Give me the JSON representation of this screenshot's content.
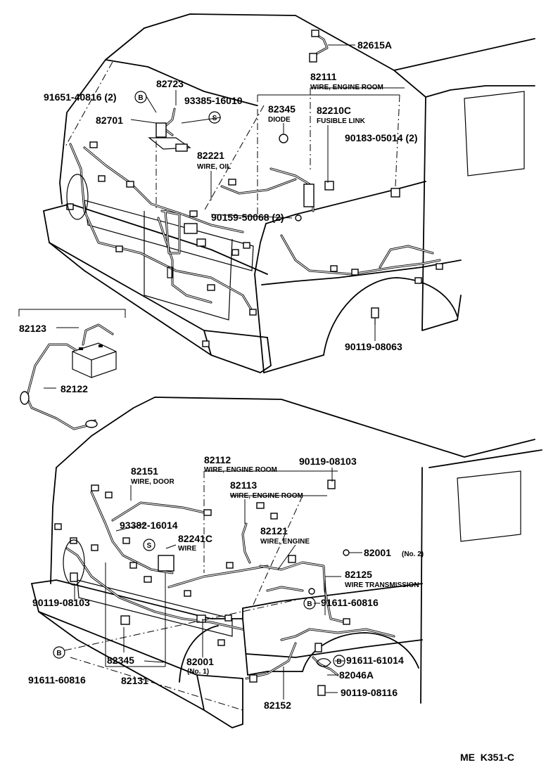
{
  "parts": [
    {
      "id": "82615A",
      "desc": ""
    },
    {
      "id": "82111",
      "desc": "WIRE, ENGINE ROOM"
    },
    {
      "id": "82723",
      "desc": ""
    },
    {
      "id": "91651-40816 (2)",
      "desc": ""
    },
    {
      "id": "93385-16010",
      "desc": ""
    },
    {
      "id": "82345",
      "desc": "DIODE"
    },
    {
      "id": "82210C",
      "desc": "FUSIBLE LINK"
    },
    {
      "id": "82701",
      "desc": ""
    },
    {
      "id": "90183-05014 (2)",
      "desc": ""
    },
    {
      "id": "82221",
      "desc": "WIRE, OIL"
    },
    {
      "id": "90159-50068 (2)",
      "desc": ""
    },
    {
      "id": "82123",
      "desc": ""
    },
    {
      "id": "82122",
      "desc": ""
    },
    {
      "id": "90119-08063",
      "desc": ""
    },
    {
      "id": "82112",
      "desc": "WIRE, ENGINE ROOM"
    },
    {
      "id": "90119-08103",
      "desc": ""
    },
    {
      "id": "82151",
      "desc": "WIRE, DOOR"
    },
    {
      "id": "82113",
      "desc": "WIRE, ENGINE ROOM"
    },
    {
      "id": "93382-16014",
      "desc": ""
    },
    {
      "id": "82241C",
      "desc": "WIRE"
    },
    {
      "id": "82121",
      "desc": "WIRE, ENGINE"
    },
    {
      "id": "82001",
      "desc": "(No. 2)"
    },
    {
      "id": "82125",
      "desc": "WIRE TRANSMISSION"
    },
    {
      "id": "90119-08103",
      "desc": ""
    },
    {
      "id": "91611-60816",
      "desc": ""
    },
    {
      "id": "82345",
      "desc": ""
    },
    {
      "id": "82001",
      "desc": "(No. 1)"
    },
    {
      "id": "91611-61014",
      "desc": ""
    },
    {
      "id": "82046A",
      "desc": ""
    },
    {
      "id": "91611-60816",
      "desc": ""
    },
    {
      "id": "82131",
      "desc": ""
    },
    {
      "id": "82152",
      "desc": ""
    },
    {
      "id": "90119-08116",
      "desc": ""
    }
  ],
  "symbols": {
    "bolt": "B",
    "screw": "S"
  },
  "footer": {
    "code": "ME  K351-C"
  }
}
